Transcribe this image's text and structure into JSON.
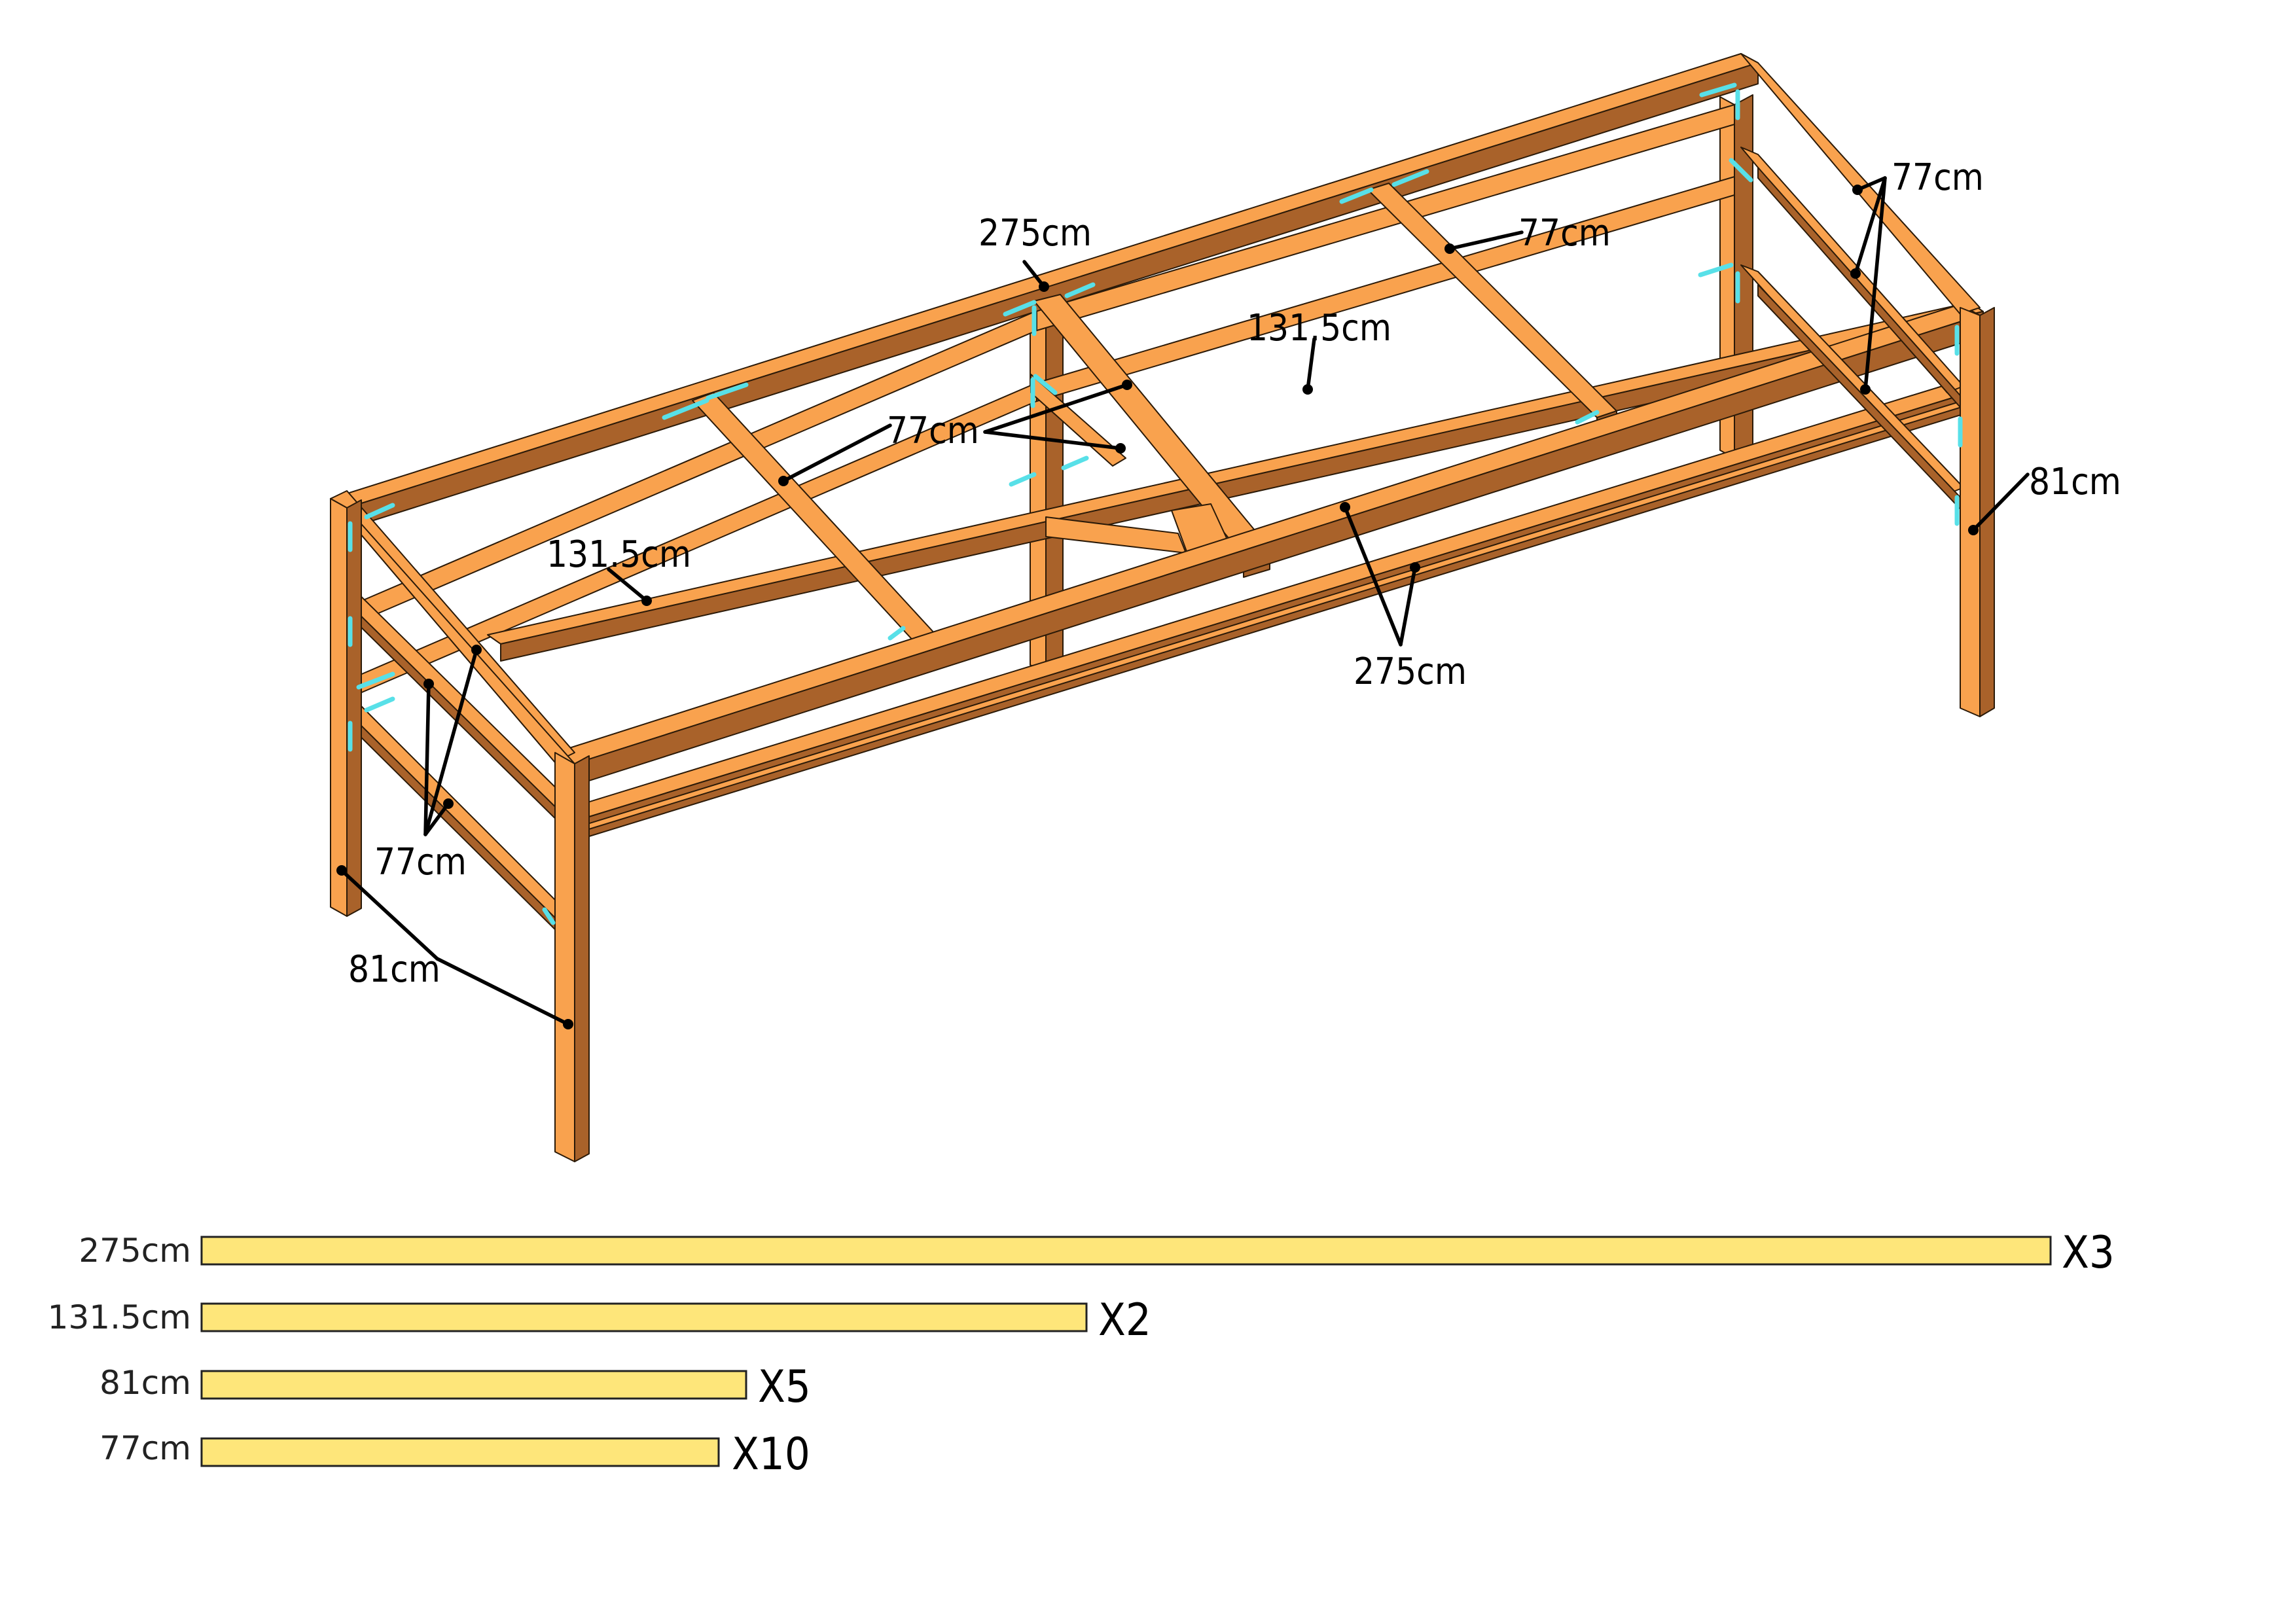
{
  "frame_labels": {
    "top_left_crossbar": "77cm",
    "top_right_crossbar": "77cm",
    "top_rail_front": "275cm",
    "back_rail_left": "131.5cm",
    "back_rail_right": "131.5cm",
    "middle_supports": "77cm",
    "bottom_rails": "275cm",
    "left_end_rails": "77cm",
    "right_end_rails": "77cm",
    "left_legs": "81cm",
    "right_leg": "81cm"
  },
  "cut_list": [
    {
      "length": "275cm",
      "quantity": "X3",
      "length_cm": 275
    },
    {
      "length": "131.5cm",
      "quantity": "X2",
      "length_cm": 131.5
    },
    {
      "length": "81cm",
      "quantity": "X5",
      "length_cm": 81
    },
    {
      "length": "77cm",
      "quantity": "X10",
      "length_cm": 77
    }
  ],
  "colors": {
    "wood_top": "#F9A24E",
    "wood_side": "#A9622A",
    "bracket": "#58E0E8",
    "cut_bar": "#FEE67A"
  }
}
